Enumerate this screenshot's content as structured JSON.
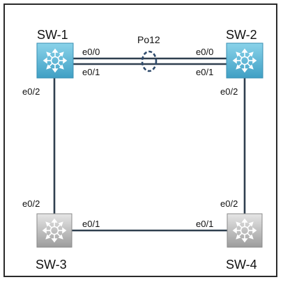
{
  "switches": [
    {
      "id": "sw1",
      "name": "SW-1",
      "role": "distribution",
      "color": "#5fb8d8"
    },
    {
      "id": "sw2",
      "name": "SW-2",
      "role": "distribution",
      "color": "#5fb8d8"
    },
    {
      "id": "sw3",
      "name": "SW-3",
      "role": "access",
      "color": "#bdbdbd"
    },
    {
      "id": "sw4",
      "name": "SW-4",
      "role": "access",
      "color": "#bdbdbd"
    }
  ],
  "links": [
    {
      "from": "SW-1",
      "from_port": "e0/0",
      "to": "SW-2",
      "to_port": "e0/0",
      "bundle": "Po12"
    },
    {
      "from": "SW-1",
      "from_port": "e0/1",
      "to": "SW-2",
      "to_port": "e0/1",
      "bundle": "Po12"
    },
    {
      "from": "SW-1",
      "from_port": "e0/2",
      "to": "SW-3",
      "to_port": "e0/2"
    },
    {
      "from": "SW-2",
      "from_port": "e0/2",
      "to": "SW-4",
      "to_port": "e0/2"
    },
    {
      "from": "SW-3",
      "from_port": "e0/1",
      "to": "SW-4",
      "to_port": "e0/1"
    }
  ],
  "port_channel": {
    "label": "Po12",
    "color": "#2e4a6b"
  },
  "ports": {
    "sw1_e00": "e0/0",
    "sw1_e01": "e0/1",
    "sw1_e02": "e0/2",
    "sw2_e00": "e0/0",
    "sw2_e01": "e0/1",
    "sw2_e02": "e0/2",
    "sw3_e02": "e0/2",
    "sw3_e01": "e0/1",
    "sw4_e02": "e0/2",
    "sw4_e01": "e0/1"
  },
  "colors": {
    "link": "#2f3f4f",
    "frame": "#2a2a2a"
  }
}
